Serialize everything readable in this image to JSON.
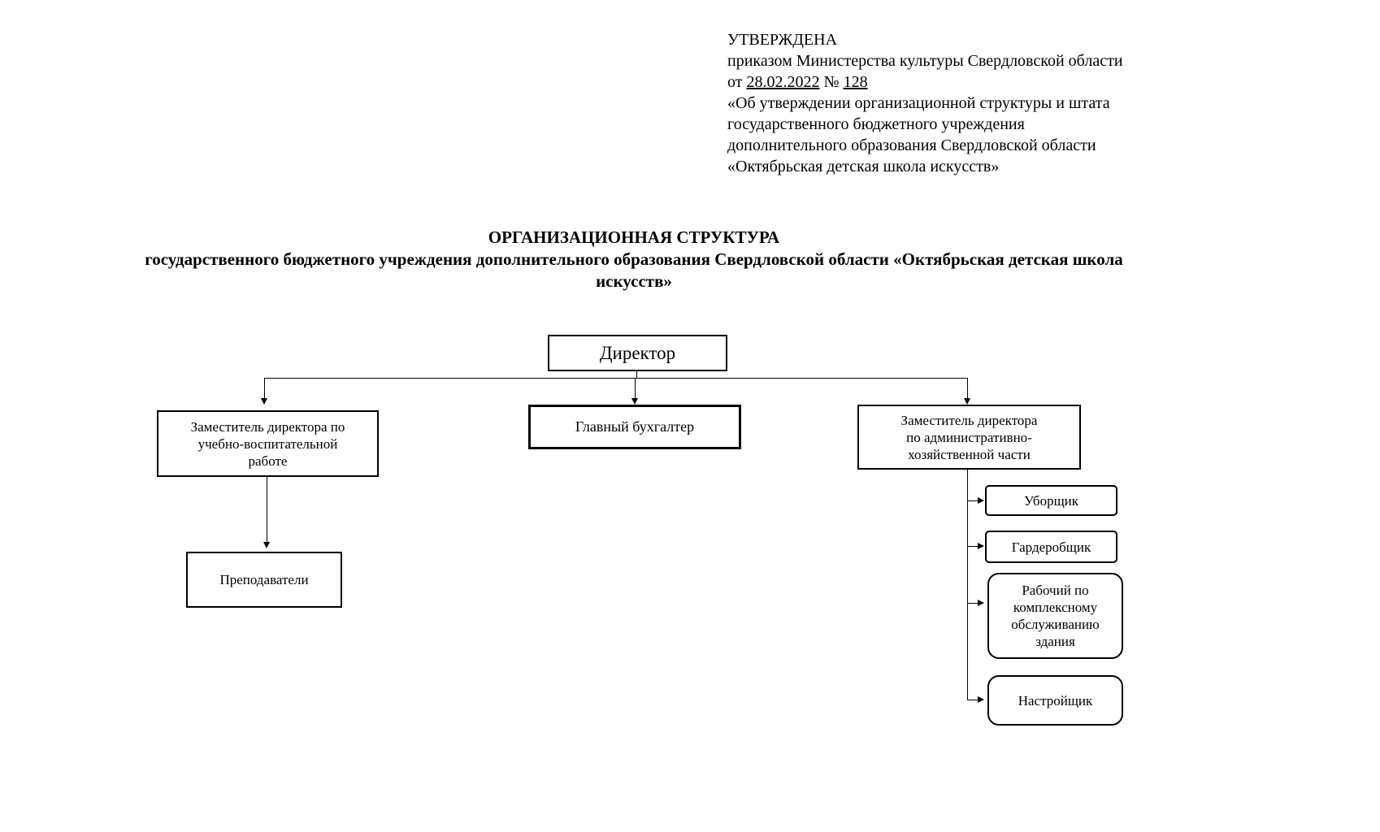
{
  "approval": {
    "line1": "УТВЕРЖДЕНА",
    "line2": "приказом Министерства культуры Свердловской области",
    "line3": {
      "prefix": "от ",
      "date": "28.02.2022",
      "middle": " № ",
      "number": "128"
    },
    "line4": "«Об утверждении организационной структуры и штата",
    "line5": "государственного бюджетного учреждения",
    "line6": "дополнительного образования Свердловской области",
    "line7": "«Октябрьская детская школа искусств»"
  },
  "title": {
    "line1": "ОРГАНИЗАЦИОННАЯ СТРУКТУРА",
    "line2": "государственного бюджетного учреждения дополнительного образования Свердловской области «Октябрьская детская школа",
    "line3": "искусств»"
  },
  "org": {
    "nodes": {
      "director": {
        "label": "Директор"
      },
      "deputy_education": {
        "label": "Заместитель директора по учебно-воспитательной работе",
        "lines": [
          "Заместитель директора по",
          "учебно-воспитательной",
          "работе"
        ]
      },
      "chief_accountant": {
        "label": "Главный бухгалтер"
      },
      "deputy_admin": {
        "label": "Заместитель директора по административно-хозяйственной части",
        "lines": [
          "Заместитель директора",
          "по административно-",
          "хозяйственной части"
        ]
      },
      "teachers": {
        "label": "Преподаватели"
      },
      "cleaner": {
        "label": "Уборщик"
      },
      "wardrobe_attendant": {
        "label": "Гардеробщик"
      },
      "maintenance_worker": {
        "label": "Рабочий по комплексному обслуживанию здания",
        "lines": [
          "Рабочий по",
          "комплексному",
          "обслуживанию",
          "здания"
        ]
      },
      "piano_tuner": {
        "label": "Настройщик"
      }
    }
  }
}
